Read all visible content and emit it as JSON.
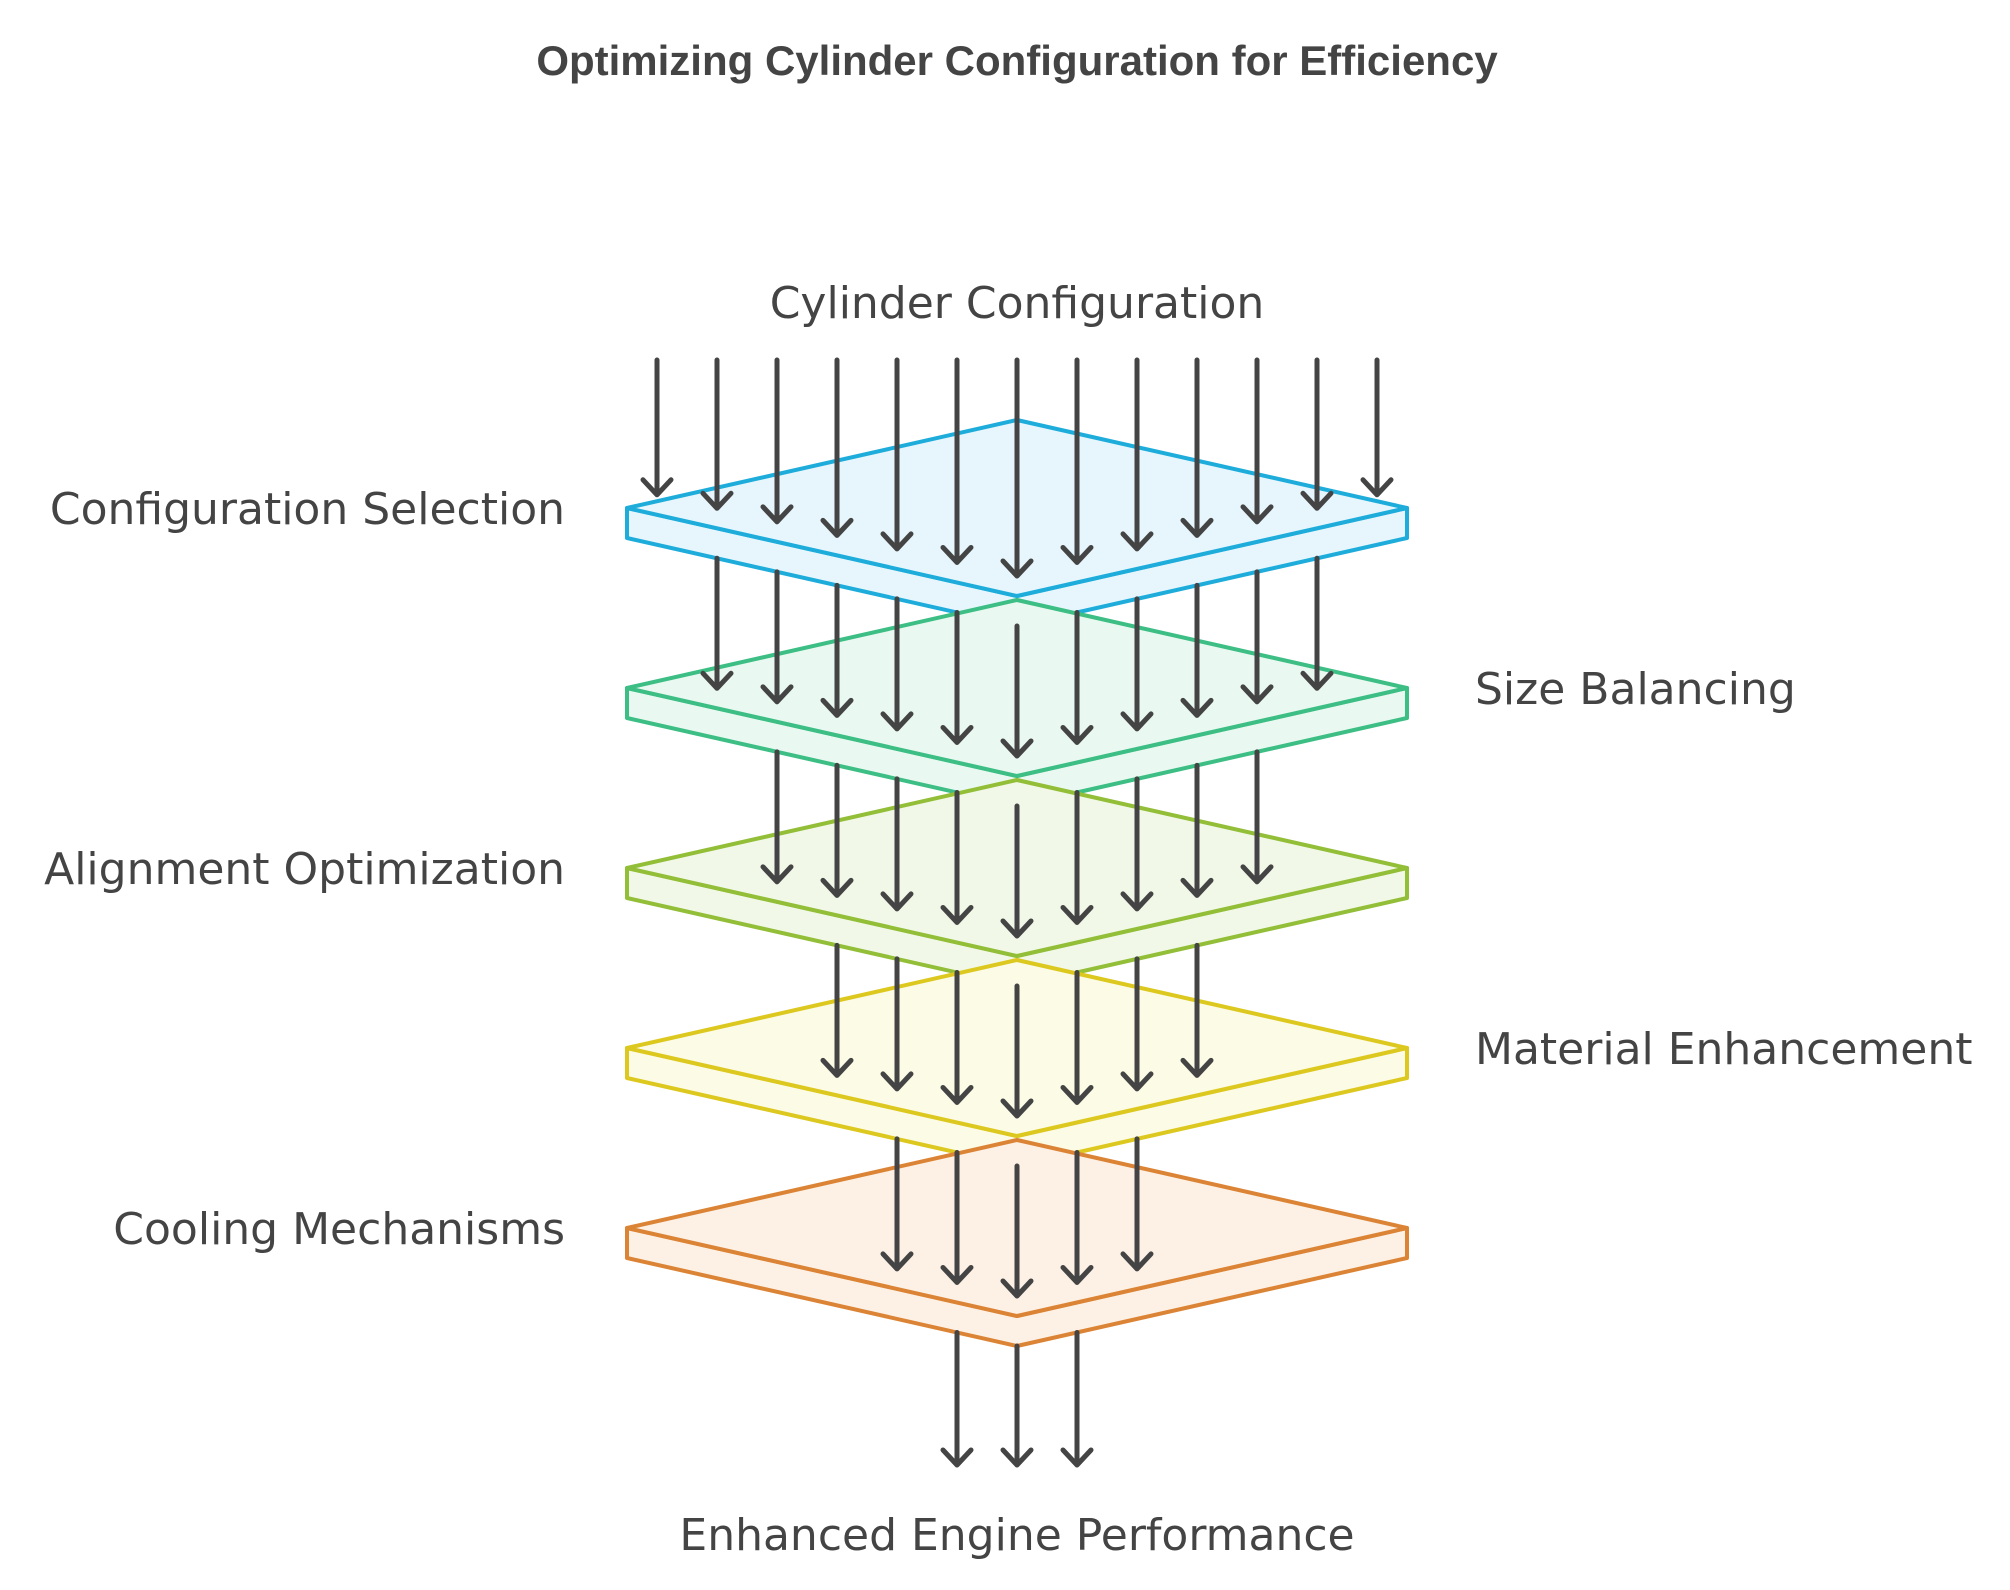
{
  "title": "Optimizing Cylinder Configuration for Efficiency",
  "input_label": "Cylinder Configuration",
  "output_label": "Enhanced Engine Performance",
  "layers": [
    {
      "label": "Configuration Selection",
      "side": "left",
      "stroke": "#1EACDB",
      "fill": "#E6F6FC"
    },
    {
      "label": "Size Balancing",
      "side": "right",
      "stroke": "#3CBE84",
      "fill": "#E9F8F0"
    },
    {
      "label": "Alignment Optimization",
      "side": "left",
      "stroke": "#92BE38",
      "fill": "#F1F8E8"
    },
    {
      "label": "Material Enhancement",
      "side": "right",
      "stroke": "#DCC81E",
      "fill": "#FCFBE6"
    },
    {
      "label": "Cooling Mechanisms",
      "side": "left",
      "stroke": "#DC8436",
      "fill": "#FDF1E6"
    }
  ]
}
